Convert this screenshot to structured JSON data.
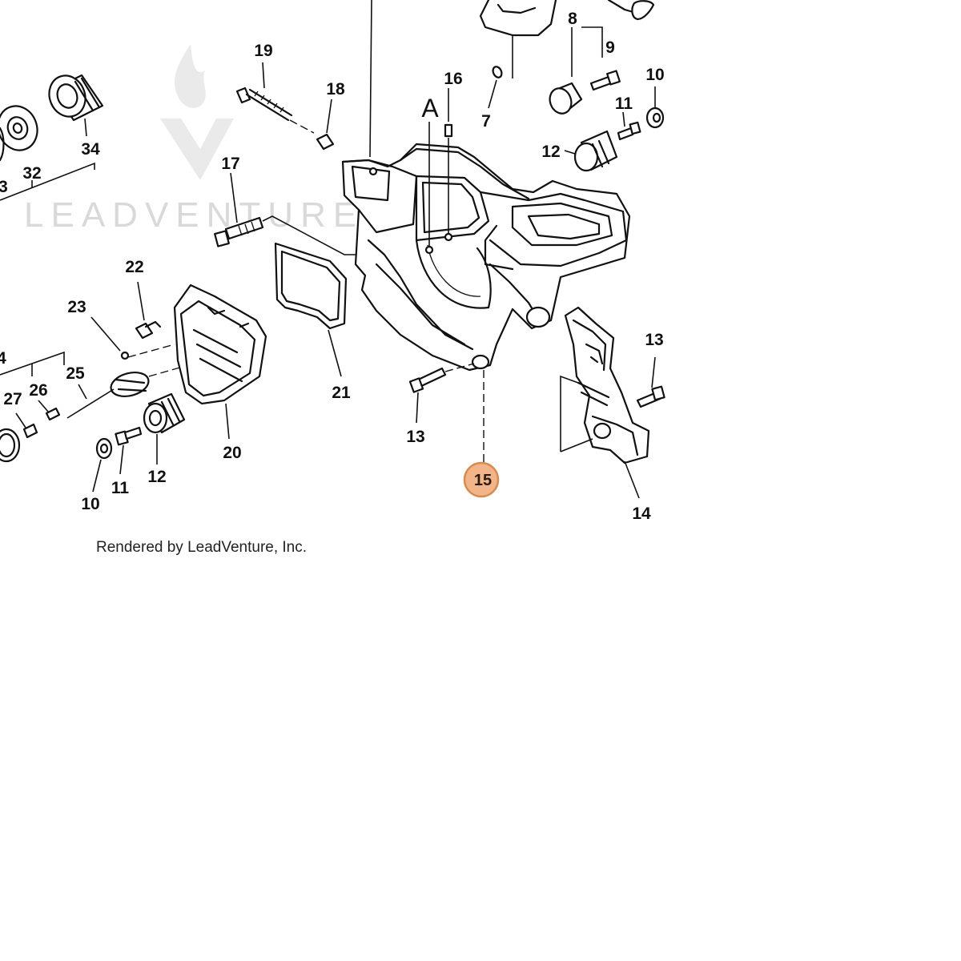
{
  "watermark": {
    "text": "LEADVENTURE",
    "color": "#d9d9d9"
  },
  "credit": "Rendered by LeadVenture, Inc.",
  "highlight": {
    "label": "15",
    "fill": "#f2b48a",
    "stroke": "#d98a4e",
    "text_color": "#2a1a0c"
  },
  "section_marker": "A",
  "callouts": {
    "c3": "3",
    "c4": "4",
    "c7": "7",
    "c8": "8",
    "c9": "9",
    "c10a": "10",
    "c10b": "10",
    "c11a": "11",
    "c11b": "11",
    "c12a": "12",
    "c12b": "12",
    "c13a": "13",
    "c13b": "13",
    "c14": "14",
    "c16": "16",
    "c17": "17",
    "c18": "18",
    "c19": "19",
    "c20": "20",
    "c21": "21",
    "c22": "22",
    "c23": "23",
    "c25": "25",
    "c26": "26",
    "c27": "27",
    "c32": "32",
    "c34": "34"
  }
}
